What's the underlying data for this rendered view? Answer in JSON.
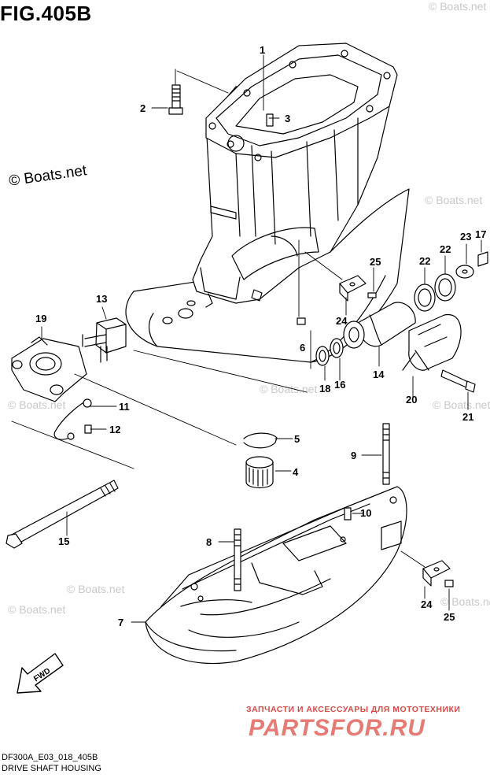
{
  "figure": {
    "title": "FIG.405B",
    "code": "DF300A_E03_018_405B",
    "name": "DRIVE SHAFT HOUSING"
  },
  "watermarks": {
    "main": "© Boats.net",
    "faint": "© Boats.net"
  },
  "branding": {
    "subtitle": "ЗАПЧАСТИ И АКСЕССУАРЫ ДЛЯ МОТОТЕХНИКИ",
    "logo": "PARTSFOR.RU"
  },
  "direction_badge": "FWD",
  "callouts": [
    "1",
    "2",
    "3",
    "4",
    "5",
    "6",
    "7",
    "8",
    "9",
    "10",
    "11",
    "12",
    "13",
    "14",
    "15",
    "16",
    "17",
    "18",
    "19",
    "20",
    "21",
    "22",
    "22",
    "23",
    "24",
    "24",
    "25",
    "25"
  ]
}
